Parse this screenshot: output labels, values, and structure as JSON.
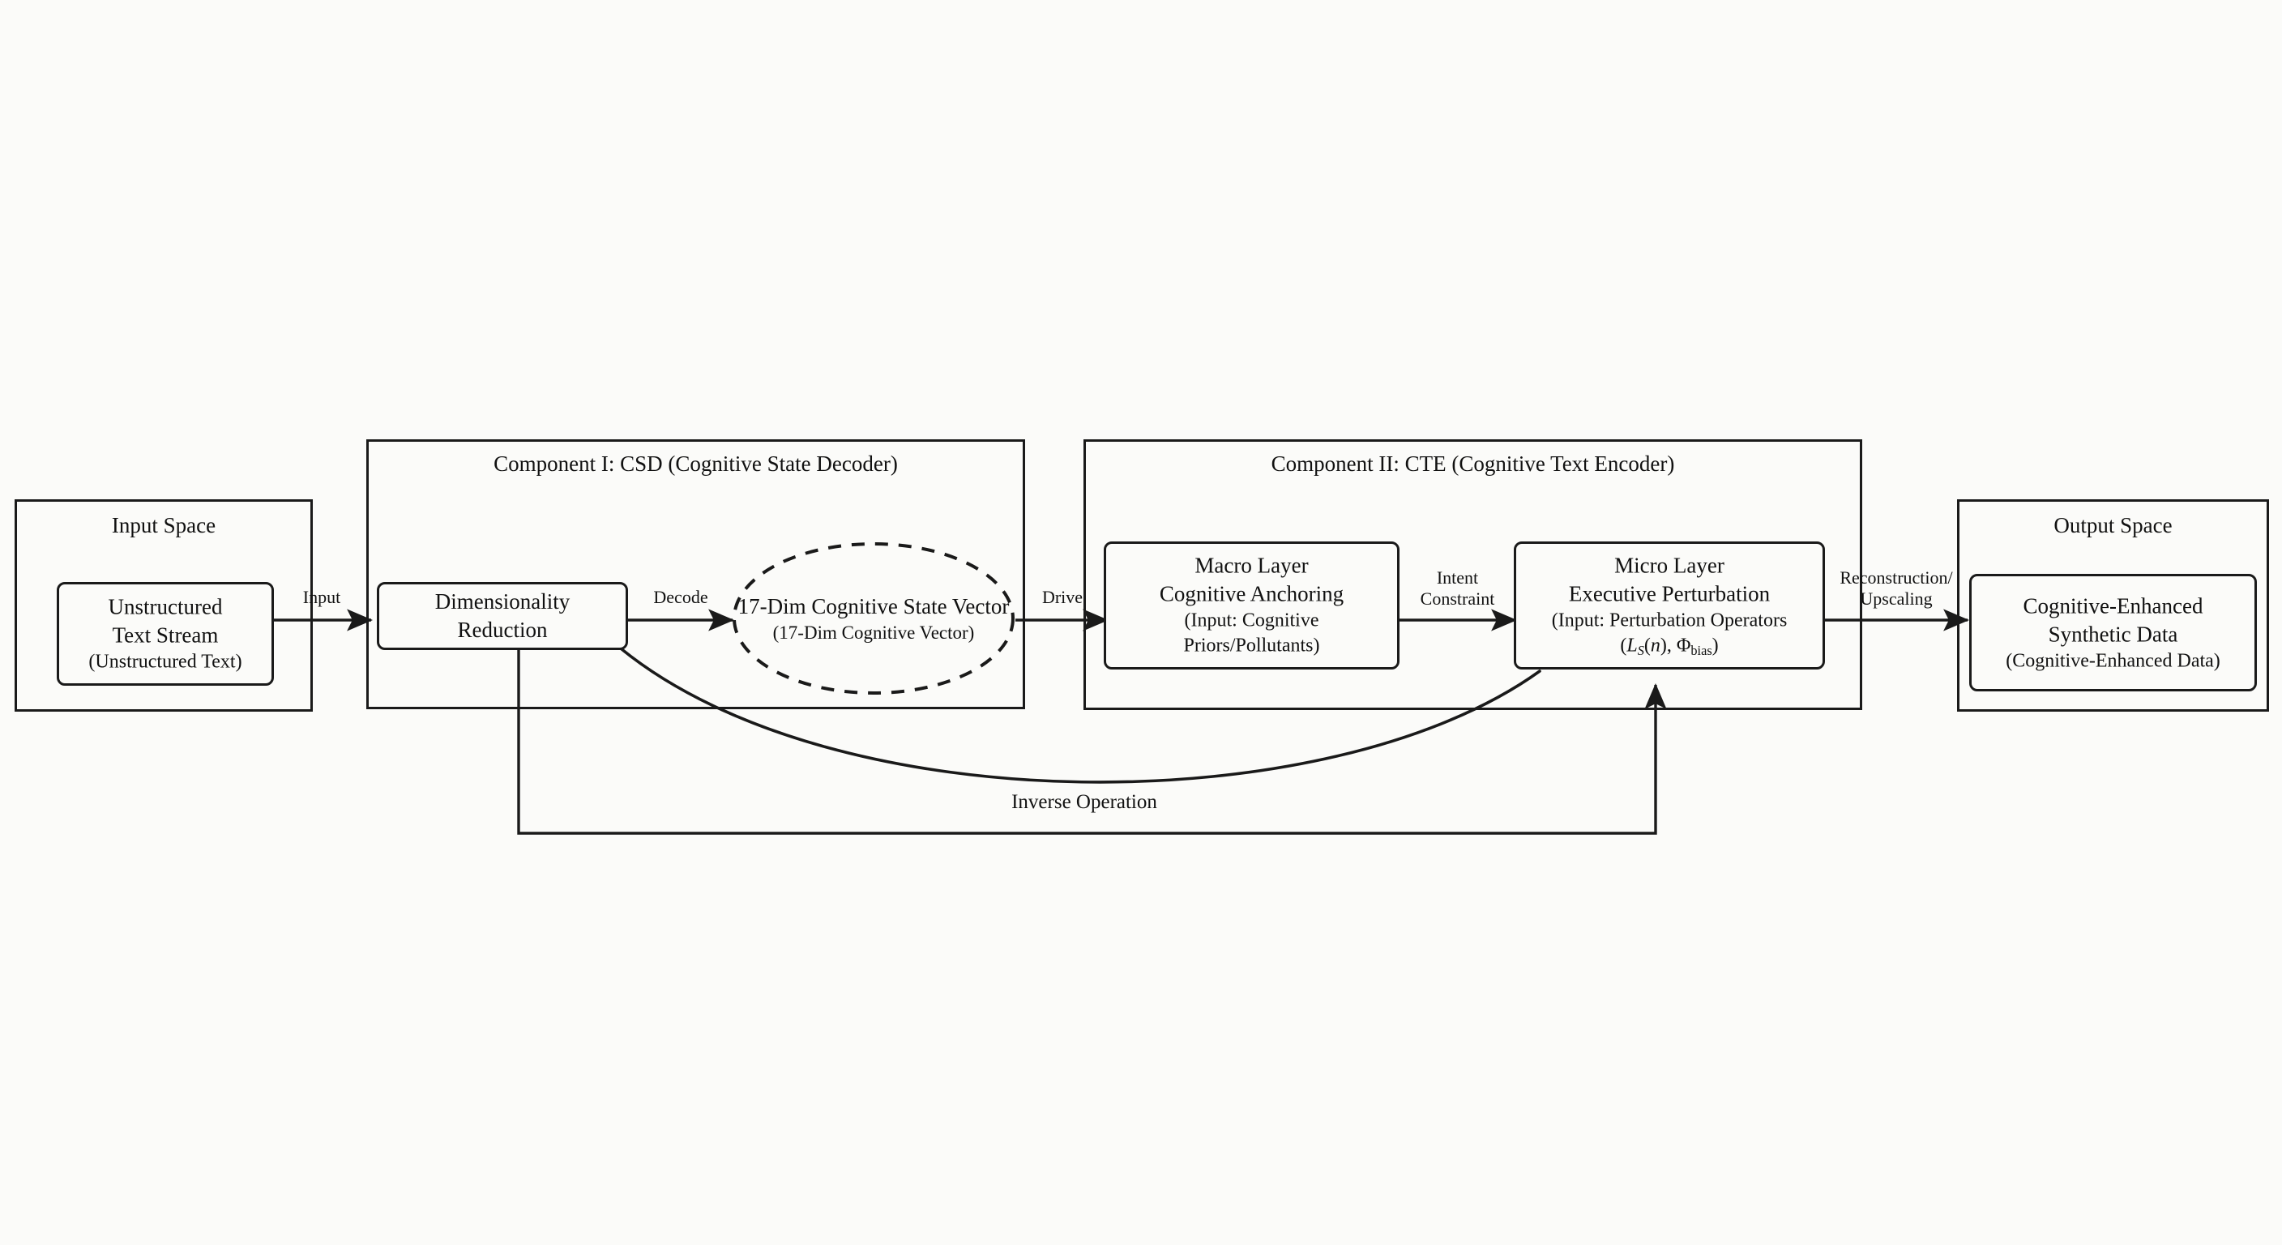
{
  "diagram": {
    "title": "Cognitive State Decoder / Cognitive Text Encoder Pipeline",
    "background_color": "#fbfbf9",
    "stroke_color": "#1a1a1a"
  },
  "input_space": {
    "group_title": "Input Space",
    "node": {
      "line1": "Unstructured",
      "line2": "Text Stream",
      "line3": "(Unstructured Text)"
    }
  },
  "component_i": {
    "group_title": "Component I: CSD (Cognitive State Decoder)",
    "dimensionality_reduction": {
      "line1": "Dimensionality",
      "line2": "Reduction"
    },
    "state_vector": {
      "line1": "17-Dim Cognitive",
      "line2": "State Vector",
      "line3": "(17-Dim Cognitive Vector)"
    }
  },
  "component_ii": {
    "group_title": "Component II: CTE (Cognitive Text Encoder)",
    "macro_layer": {
      "line1": "Macro Layer",
      "line2": "Cognitive Anchoring",
      "line3": "(Input: Cognitive",
      "line4": "Priors/Pollutants)"
    },
    "micro_layer": {
      "line1": "Micro Layer",
      "line2": "Executive Perturbation",
      "line3": "(Input: Perturbation Operators",
      "formula_plain": "(L_S(n), Φ_bias)"
    }
  },
  "output_space": {
    "group_title": "Output Space",
    "node": {
      "line1": "Cognitive-Enhanced",
      "line2": "Synthetic Data",
      "line3": "(Cognitive-Enhanced Data)"
    }
  },
  "edges": {
    "input": "Input",
    "decode": "Decode",
    "drive": "Drive",
    "intent_constraint_line1": "Intent",
    "intent_constraint_line2": "Constraint",
    "reconstruction_line1": "Reconstruction/",
    "reconstruction_line2": "Upscaling",
    "inverse_operation": "Inverse Operation"
  }
}
